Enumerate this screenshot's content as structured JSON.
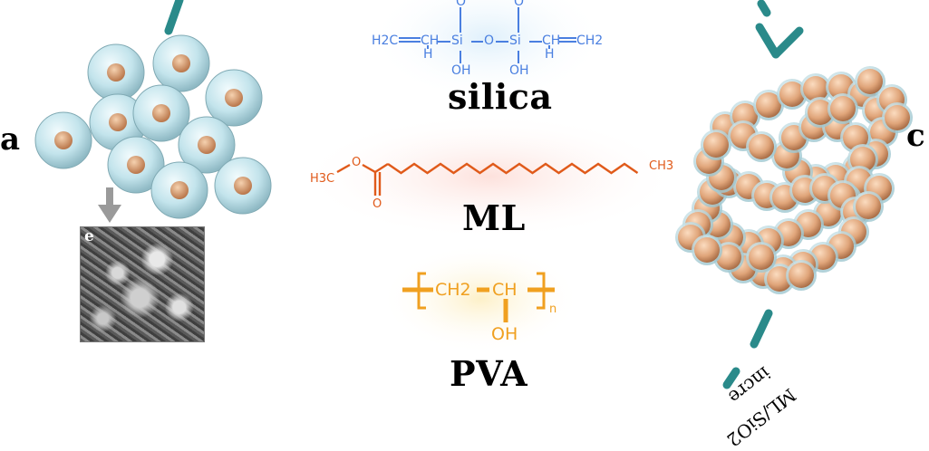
{
  "labels": {
    "a": "a",
    "c": "c",
    "e": "e",
    "silica": "silica",
    "ml": "ML",
    "pva": "PVA",
    "ml_sio2": "ML/SiO2",
    "incre": "incre"
  },
  "silica_formula": {
    "h2c": "H2C",
    "ch_left": "CH",
    "h_left": "H",
    "si1": "Si",
    "o_mid": "O",
    "si2": "Si",
    "ch_right": "CH",
    "h_right": "H",
    "ch2": "CH2",
    "oh1": "OH",
    "oh2": "OH",
    "o_top1": "O",
    "o_top2": "O"
  },
  "ml_formula": {
    "h3c": "H3C",
    "o_ester": "O",
    "o_carbonyl": "O",
    "ch3": "CH3"
  },
  "pva_formula": {
    "ch2": "CH2",
    "ch": "CH",
    "oh": "OH",
    "n": "n"
  },
  "colors": {
    "silica": "#4a7fe0",
    "ml": "#e05a1a",
    "pva": "#f0a020",
    "teal": "#2a8a8a",
    "capsule_shell": "#bfe3ea",
    "capsule_core": "#d99a6a"
  }
}
